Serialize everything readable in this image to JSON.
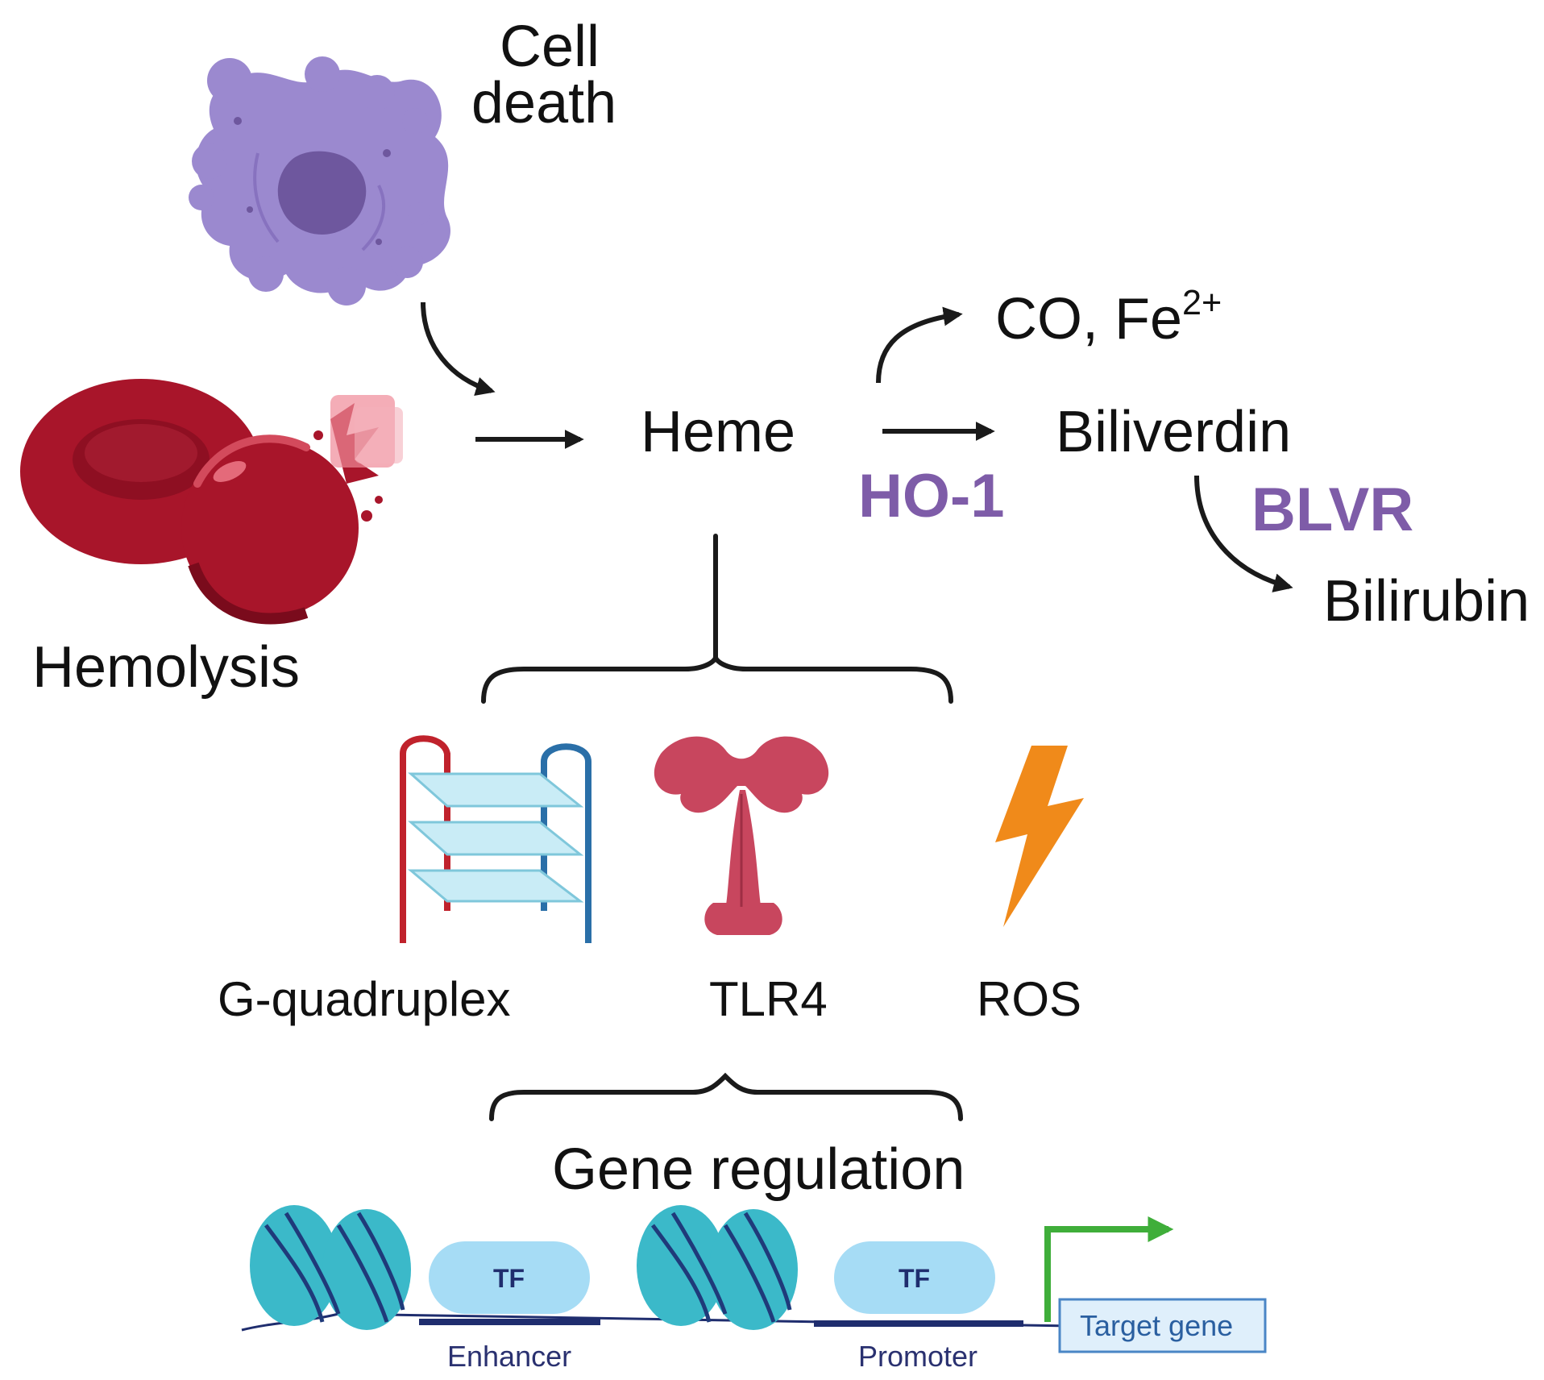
{
  "labels": {
    "cell_death_line1": "Cell",
    "cell_death_line2": "death",
    "hemolysis": "Hemolysis",
    "heme": "Heme",
    "co_fe": "CO,  Fe",
    "fe_charge": "2+",
    "biliverdin": "Biliverdin",
    "ho1": "HO-1",
    "blvr": "BLVR",
    "bilirubin": "Bilirubin",
    "g_quadruplex": "G-quadruplex",
    "tlr4": "TLR4",
    "ros": "ROS",
    "gene_regulation": "Gene regulation",
    "tf_1": "TF",
    "tf_2": "TF",
    "enhancer": "Enhancer",
    "promoter": "Promoter",
    "target_gene": "Target gene"
  },
  "colors": {
    "enzyme_purple": "#7e5ca8",
    "cell_purple": "#9b89cf",
    "rbc_red": "#b01a2c",
    "tlr4_pink": "#c8465e",
    "ros_orange": "#f08a1a",
    "nucleosome_teal": "#3bb9c9",
    "tf_blue": "#a6dcf5",
    "tss_green": "#3fae3a"
  }
}
